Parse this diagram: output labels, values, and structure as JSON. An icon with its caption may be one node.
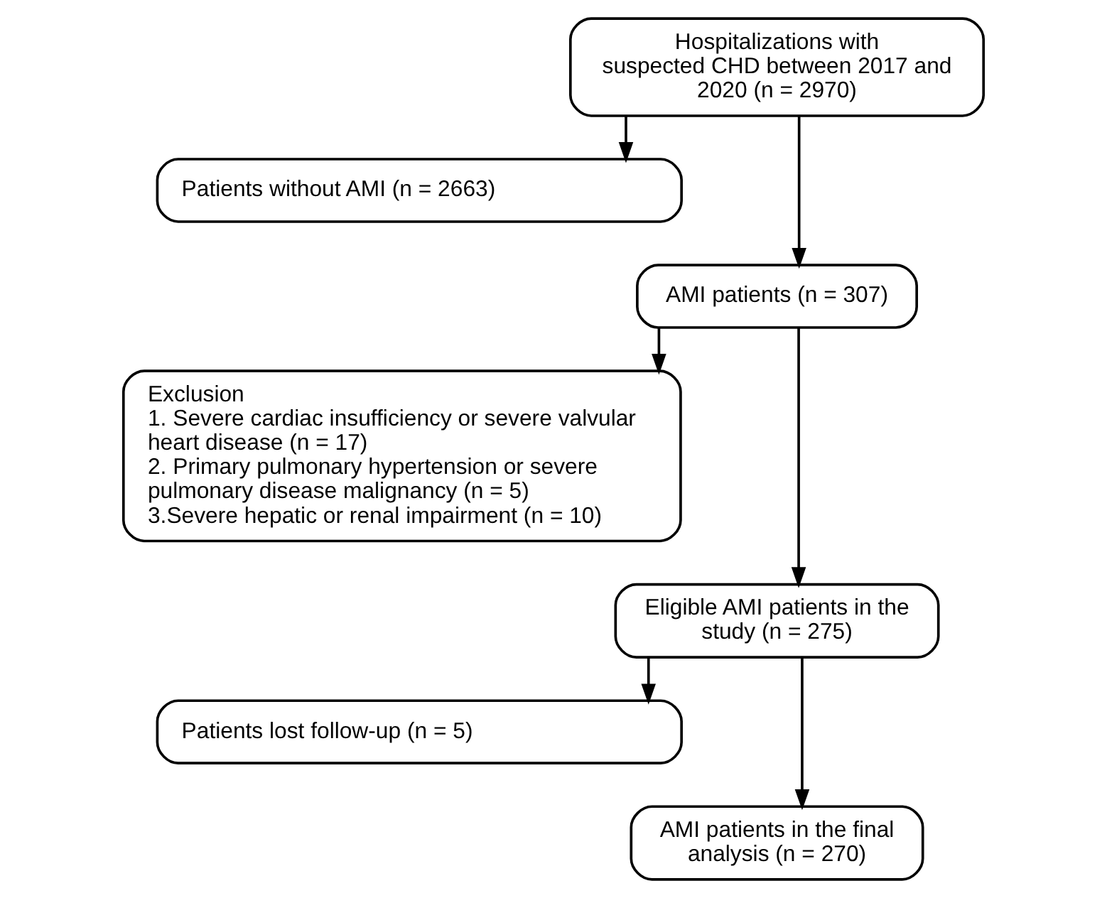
{
  "diagram": {
    "nodes": [
      {
        "text": [
          "Hospitalizations with suspected CHD between 2017 and 2020 (n = 2970)"
        ]
      },
      {
        "text": [
          "Patients without AMI (n = 2663)"
        ]
      },
      {
        "text": [
          "AMI patients (n = 307)"
        ]
      },
      {
        "text": [
          "Exclusion",
          "1. Severe cardiac insufficiency or severe valvular heart disease (n = 17)",
          "2. Primary pulmonary hypertension or severe pulmonary disease malignancy (n = 5)",
          "3.Severe hepatic or renal impairment (n = 10)"
        ]
      },
      {
        "text": [
          "Eligible AMI patients in the study (n = 275)"
        ]
      },
      {
        "text": [
          "Patients lost follow-up (n = 5)"
        ]
      },
      {
        "text": [
          "AMI patients in the final analysis (n = 270)"
        ]
      }
    ],
    "edges": [
      {
        "from": 0,
        "to": 2,
        "arrow": "to"
      },
      {
        "from": 0,
        "to": 1,
        "arrow": "to"
      },
      {
        "from": 2,
        "to": 4,
        "arrow": "to"
      },
      {
        "from": 2,
        "to": 3,
        "arrow": "to"
      },
      {
        "from": 4,
        "to": 6,
        "arrow": "to"
      },
      {
        "from": 4,
        "to": 5,
        "arrow": "to"
      }
    ]
  }
}
